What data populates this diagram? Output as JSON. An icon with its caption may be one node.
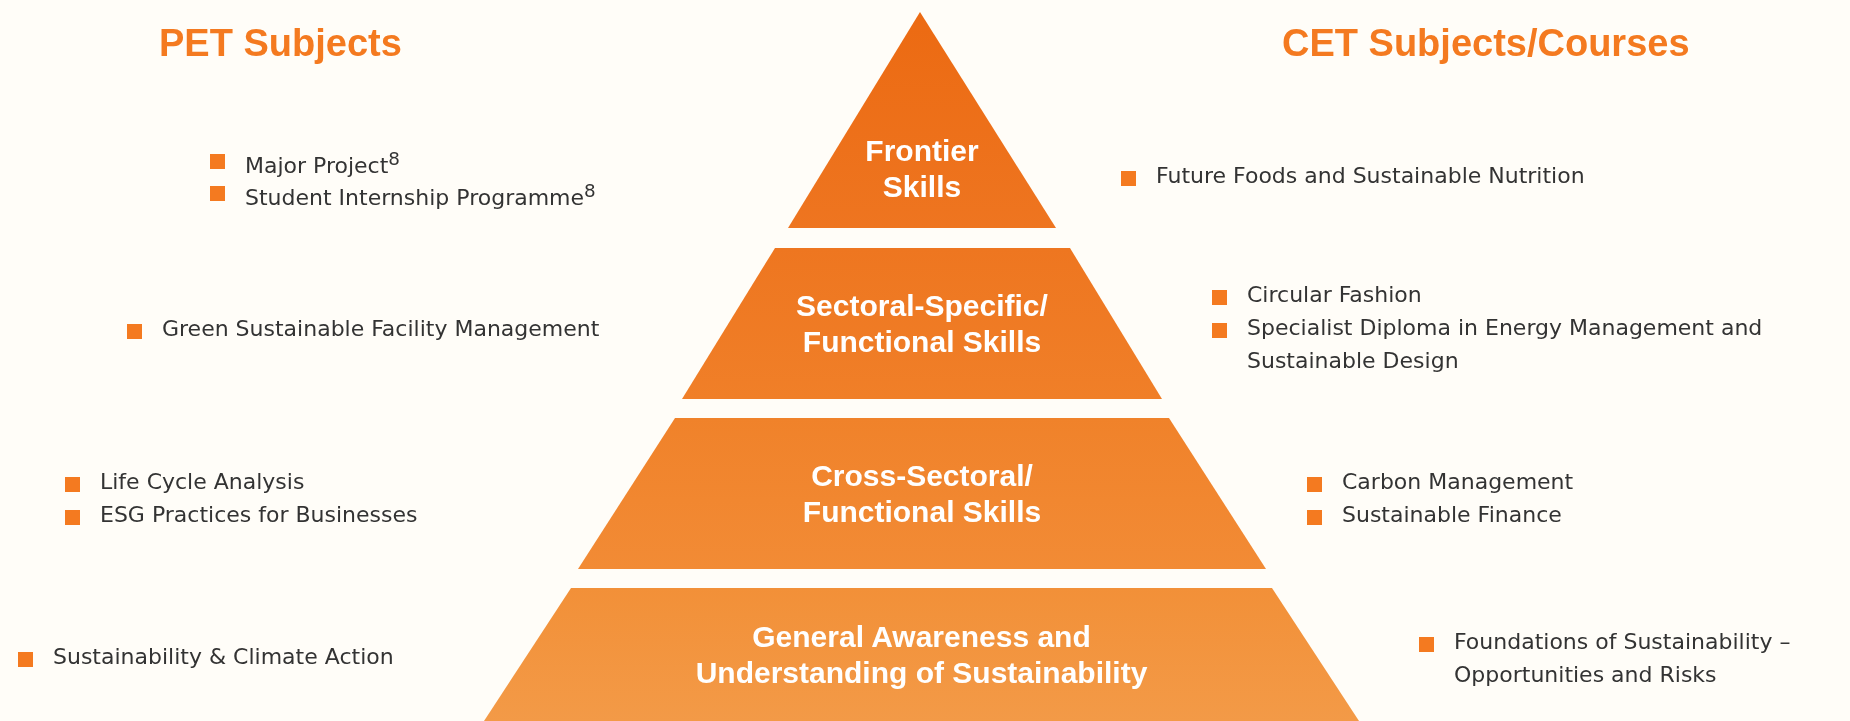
{
  "diagram": {
    "nodes": [
      {
        "text": [
          "Frontier Skills"
        ]
      },
      {
        "text": [
          "Sectoral-Specific/ Functional Skills"
        ]
      },
      {
        "text": [
          "Cross-Sectoral/ Functional Skills"
        ]
      },
      {
        "text": [
          "General Awareness and Understanding of Sustainability"
        ]
      }
    ],
    "labels": [
      "PET Subjects",
      "CET Subjects/Courses",
      "Major Project$^{8}$",
      "Student Internship Programme$^{8}$",
      "Future Foods and Sustainable Nutrition",
      "Green Sustainable Facility Management",
      "Circular Fashion",
      "Specialist Diploma in Energy Management and Sustainable Design",
      "Life Cycle Analysis",
      "ESG Practices for Businesses",
      "Carbon Management",
      "Sustainable Finance",
      "Sustainability & Climate Action",
      "Foundations of Sustainability – Opportunities and Risks"
    ]
  }
}
